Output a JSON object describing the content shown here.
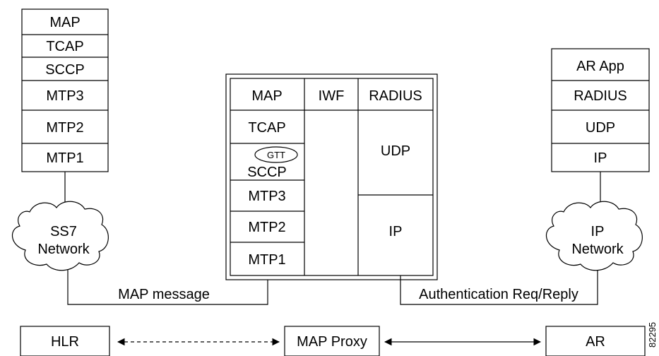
{
  "left_stack": [
    "MAP",
    "TCAP",
    "SCCP",
    "MTP3",
    "MTP2",
    "MTP1"
  ],
  "proxy_stack": {
    "ss7_col": [
      "MAP",
      "TCAP",
      "SCCP",
      "MTP3",
      "MTP2",
      "MTP1"
    ],
    "gtt_label": "GTT",
    "iwf_label": "IWF",
    "radius_col": [
      "RADIUS",
      "UDP",
      "IP"
    ]
  },
  "right_stack": [
    "AR App",
    "RADIUS",
    "UDP",
    "IP"
  ],
  "clouds": {
    "ss7": [
      "SS7",
      "Network"
    ],
    "ip": [
      "IP",
      "Network"
    ]
  },
  "links": {
    "map_message": "MAP message",
    "auth": "Authentication Req/Reply"
  },
  "nodes": {
    "hlr": "HLR",
    "map_proxy": "MAP Proxy",
    "ar": "AR"
  },
  "figure_id": "82295"
}
